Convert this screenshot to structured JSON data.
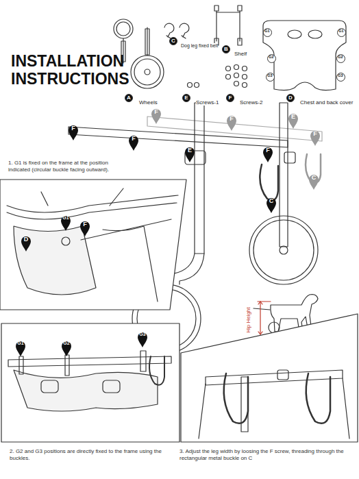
{
  "diagram": {
    "title": "INSTALLATION INSTRUCTIONS",
    "labels": [
      "A",
      "Wheels",
      "C",
      "Dog leg fixed belt",
      "B",
      "Shelf",
      "E",
      "Screws-1",
      "F",
      "Screws-2",
      "D",
      "Chest and back cover",
      "G1",
      "G1",
      "G2",
      "G2",
      "G3",
      "G3",
      "F",
      "F",
      "E",
      "F",
      "F",
      "F",
      "E",
      "F",
      "C",
      "C",
      "Hip Height",
      "1. G1 is fixed on the frame at the position indicated (circular buckle facing outward).",
      "G1",
      "F",
      "D",
      "G1",
      "G2",
      "G3",
      "2. G2 and G3 positions are directly fixed to the frame using the buckles.",
      "3. Adjust the leg width by loosing the F screw, threading through the rectangular metal buckle on C"
    ]
  }
}
